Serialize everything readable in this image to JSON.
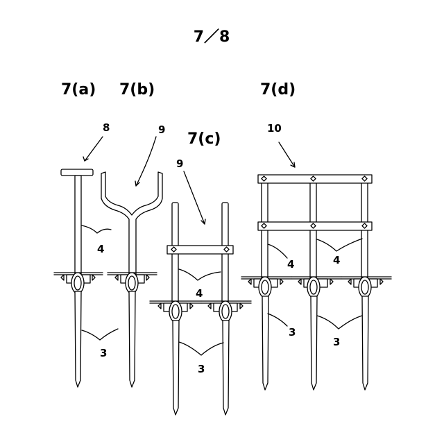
{
  "sheet_label": "7／8",
  "figures": {
    "a": {
      "label": "7(a)",
      "ref_top": "8",
      "ref_upper": "4",
      "ref_lower": "3"
    },
    "b": {
      "label": "7(b)",
      "ref_top": "9"
    },
    "c": {
      "label": "7(c)",
      "ref_top": "9",
      "ref_upper": "4",
      "ref_lower": "3"
    },
    "d": {
      "label": "7(d)",
      "ref_top": "10",
      "ref_upper_left": "4",
      "ref_upper_right": "4",
      "ref_lower_left": "3",
      "ref_lower_right": "3"
    }
  }
}
